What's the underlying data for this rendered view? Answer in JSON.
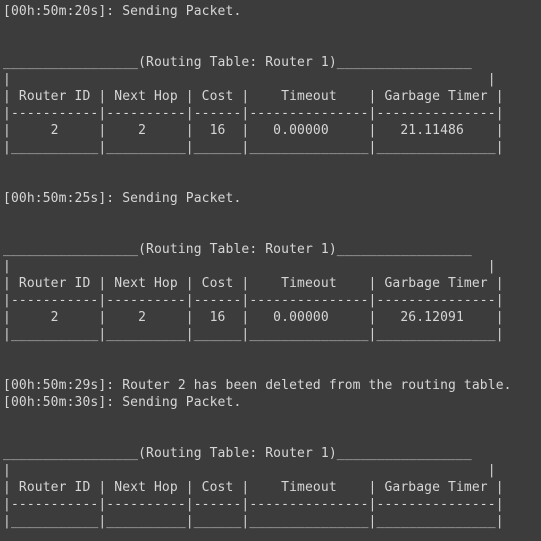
{
  "terminal": {
    "lines": [
      "[00h:50m:20s]: Sending Packet.",
      "",
      "",
      "_________________(Routing Table: Router 1)_________________",
      "|                                                            |",
      "| Router ID | Next Hop | Cost |    Timeout    | Garbage Timer |",
      "|-----------|----------|------|---------------|---------------|",
      "|     2     |    2     |  16  |   0.00000     |   21.11486    |",
      "|___________|__________|______|_______________|_______________|",
      "",
      "",
      "[00h:50m:25s]: Sending Packet.",
      "",
      "",
      "_________________(Routing Table: Router 1)_________________",
      "|                                                            |",
      "| Router ID | Next Hop | Cost |    Timeout    | Garbage Timer |",
      "|-----------|----------|------|---------------|---------------|",
      "|     2     |    2     |  16  |   0.00000     |   26.12091    |",
      "|___________|__________|______|_______________|_______________|",
      "",
      "",
      "[00h:50m:29s]: Router 2 has been deleted from the routing table.",
      "[00h:50m:30s]: Sending Packet.",
      "",
      "",
      "_________________(Routing Table: Router 1)_________________",
      "|                                                            |",
      "| Router ID | Next Hop | Cost |    Timeout    | Garbage Timer |",
      "|-----------|----------|------|---------------|---------------|",
      "|___________|__________|______|_______________|_______________|"
    ]
  },
  "colors": {
    "background": "#3c3c3c",
    "text": "#d6d6d6"
  }
}
